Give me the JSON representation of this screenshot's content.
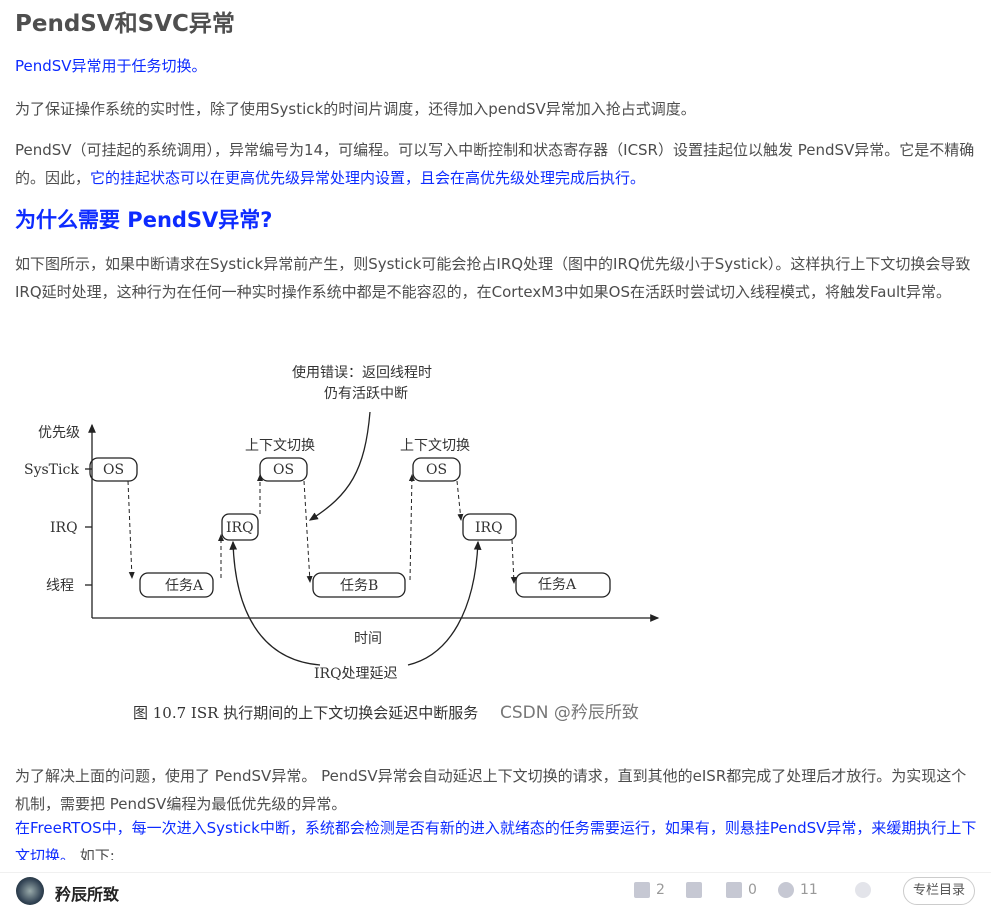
{
  "title": "PendSV和SVC异常",
  "paragraphs": {
    "p1": "PendSV异常用于任务切换。",
    "p2": "为了保证操作系统的实时性，除了使用Systick的时间片调度，还得加入pendSV异常加入抢占式调度。",
    "p3a": "PendSV（可挂起的系统调用），异常编号为14，可编程。可以写入中断控制和状态寄存器（ICSR）设置挂起位以触发 PendSV异常。它是不精确的。因此，",
    "p3b": "它的挂起状态可以在更高优先级异常处理内设置，且会在高优先级处理完成后执行。",
    "h2": "为什么需要 PendSV异常?",
    "p4": "如下图所示，如果中断请求在Systick异常前产生，则Systick可能会抢占IRQ处理（图中的IRQ优先级小于Systick）。这样执行上下文切换会导致IRQ延时处理，这种行为在任何一种实时操作系统中都是不能容忍的，在CortexM3中如果OS在活跃时尝试切入线程模式，将触发Fault异常。",
    "p5": "为了解决上面的问题，使用了 PendSV异常。 PendSV异常会自动延迟上下文切换的请求，直到其他的eISR都完成了处理后才放行。为实现这个机制，需要把 PendSV编程为最低优先级的异常。",
    "p6": "在FreeRTOS中，每一次进入Systick中断，系统都会检测是否有新的进入就绪态的任务需要运行，如果有，则悬挂PendSV异常，来缓期执行上下文切换。",
    "p6b": "如下:"
  },
  "figure": {
    "y_axis": "优先级",
    "x_axis": "时间",
    "levels": [
      "SysTick",
      "IRQ",
      "线程"
    ],
    "boxes": {
      "os": "OS",
      "irq": "IRQ",
      "taskA": "任务A",
      "taskB": "任务B"
    },
    "context_switch": "上下文切换",
    "error_line1": "使用错误：返回线程时",
    "error_line2": "仍有活跃中断",
    "irq_delay": "IRQ处理延迟",
    "caption": "图 10.7   ISR 执行期间的上下文切换会延迟中断服务",
    "watermark": "CSDN @矜辰所致"
  },
  "footer": {
    "author": "矜辰所致",
    "likes": "2",
    "comments": "0",
    "favorites": "11",
    "toc": "专栏目录"
  }
}
